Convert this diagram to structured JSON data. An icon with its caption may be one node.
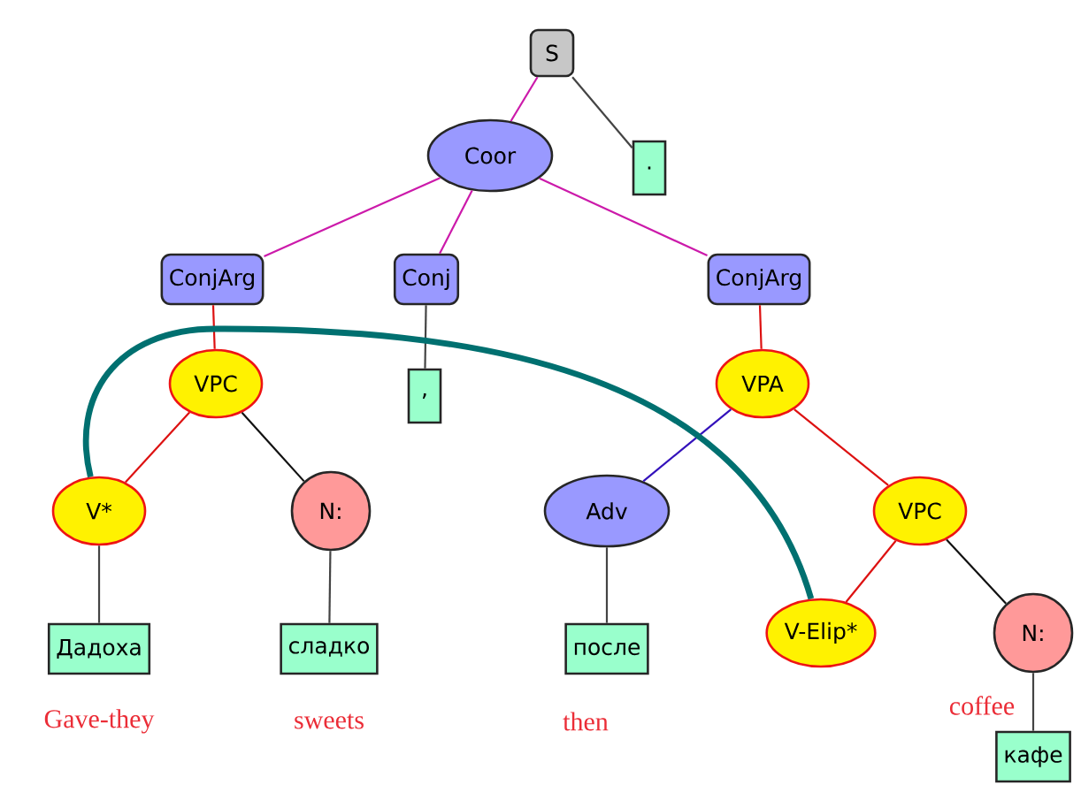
{
  "diagram": {
    "nodes": [
      {
        "text": [
          "S"
        ]
      },
      {
        "text": [
          "Coor"
        ]
      },
      {
        "text": [
          "."
        ]
      },
      {
        "text": [
          "ConjArg"
        ]
      },
      {
        "text": [
          "Conj"
        ]
      },
      {
        "text": [
          "ConjArg"
        ]
      },
      {
        "text": [
          "VPC"
        ]
      },
      {
        "text": [
          ","
        ]
      },
      {
        "text": [
          "VPA"
        ]
      },
      {
        "text": [
          "V*"
        ]
      },
      {
        "text": [
          "N:"
        ]
      },
      {
        "text": [
          "Adv"
        ]
      },
      {
        "text": [
          "VPC"
        ]
      },
      {
        "text": [
          "Дадоха"
        ],
        "beside": [
          "Gave-they"
        ]
      },
      {
        "text": [
          "сладко"
        ],
        "beside": [
          "sweets"
        ]
      },
      {
        "text": [
          "после"
        ],
        "beside": [
          "then"
        ]
      },
      {
        "text": [
          "V-Elip*"
        ]
      },
      {
        "text": [
          "N:"
        ]
      },
      {
        "text": [
          "кафе"
        ],
        "beside": [
          "coffee"
        ]
      }
    ],
    "edges": [
      {
        "from": 0,
        "to": 1,
        "arrow": "none",
        "color": "#cc1aaa"
      },
      {
        "from": 0,
        "to": 2,
        "arrow": "none"
      },
      {
        "from": 1,
        "to": 3,
        "arrow": "none",
        "color": "#cc1aaa"
      },
      {
        "from": 1,
        "to": 4,
        "arrow": "none",
        "color": "#cc1aaa"
      },
      {
        "from": 1,
        "to": 5,
        "arrow": "none",
        "color": "#cc1aaa"
      },
      {
        "from": 3,
        "to": 6,
        "arrow": "none",
        "color": "#dd1111"
      },
      {
        "from": 4,
        "to": 7,
        "arrow": "none"
      },
      {
        "from": 5,
        "to": 8,
        "arrow": "none",
        "color": "#dd1111"
      },
      {
        "from": 6,
        "to": 9,
        "arrow": "none",
        "color": "#dd1111"
      },
      {
        "from": 6,
        "to": 10,
        "arrow": "none",
        "color": "#111111"
      },
      {
        "from": 8,
        "to": 11,
        "arrow": "none",
        "color": "#3311bb"
      },
      {
        "from": 8,
        "to": 12,
        "arrow": "none",
        "color": "#dd1111"
      },
      {
        "from": 9,
        "to": 13,
        "arrow": "none"
      },
      {
        "from": 10,
        "to": 14,
        "arrow": "none"
      },
      {
        "from": 11,
        "to": 15,
        "arrow": "none"
      },
      {
        "from": 12,
        "to": 16,
        "arrow": "none",
        "color": "#dd1111"
      },
      {
        "from": 12,
        "to": 17,
        "arrow": "none",
        "color": "#111111"
      },
      {
        "from": 17,
        "to": 18,
        "arrow": "none"
      },
      {
        "from": 9,
        "to": 16,
        "arrow": "none",
        "style": "thick",
        "color": "#007070"
      }
    ]
  }
}
